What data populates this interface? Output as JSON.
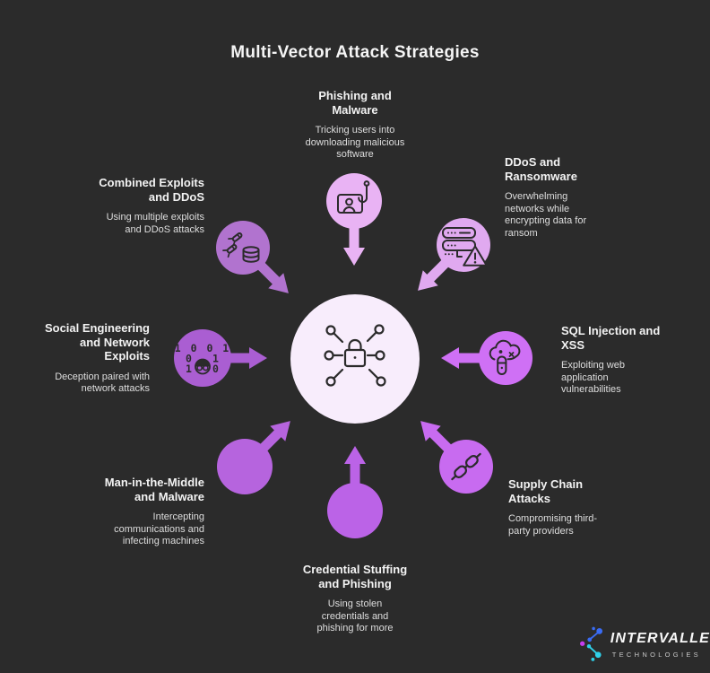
{
  "title": "Multi-Vector Attack Strategies",
  "colors": {
    "background": "#2b2b2b",
    "center_circle": "#f8edfc",
    "icon_stroke": "#2b2b2b",
    "title_text": "#f5f5f5",
    "desc_text": "#dedede"
  },
  "center": {
    "icon": "lock-network-icon"
  },
  "spokes": [
    {
      "id": "phishing",
      "title": "Phishing and\nMalware",
      "description": "Tricking users into\ndownloading malicious\nsoftware",
      "icon": "phishing-hook-screen-icon",
      "color": "#e9b3f4"
    },
    {
      "id": "ddos",
      "title": "DDoS and\nRansomware",
      "description": "Overwhelming\nnetworks while\nencrypting data for\nransom",
      "icon": "server-warning-icon",
      "color": "#e0a9f0"
    },
    {
      "id": "sql",
      "title": "SQL Injection and\nXSS",
      "description": "Exploiting web\napplication\nvulnerabilities",
      "icon": "cloud-injection-icon",
      "color": "#cf70f5"
    },
    {
      "id": "supply",
      "title": "Supply Chain\nAttacks",
      "description": "Compromising third-\nparty providers",
      "icon": "chain-links-icon",
      "color": "#c86bf0"
    },
    {
      "id": "credential",
      "title": "Credential Stuffing\nand Phishing",
      "description": "Using stolen\ncredentials and\nphishing for more",
      "icon": "none",
      "color": "#bb63e7"
    },
    {
      "id": "mitm",
      "title": "Man-in-the-Middle\nand Malware",
      "description": "Intercepting\ncommunications and\ninfecting machines",
      "icon": "none",
      "color": "#b664de"
    },
    {
      "id": "social",
      "title": "Social Engineering\nand Network\nExploits",
      "description": "Deception paired with\nnetwork attacks",
      "icon": "binary-spy-icon",
      "color": "#aa5ed2"
    },
    {
      "id": "combined",
      "title": "Combined Exploits\nand DDoS",
      "description": "Using multiple exploits\nand DDoS attacks",
      "icon": "bombs-database-icon",
      "color": "#b173cf"
    }
  ],
  "social_icon_digits": {
    "row1": "1 0 0 1",
    "row2_left": "0",
    "row2_right": "1",
    "row3_left": "1",
    "row3_right": "0"
  },
  "logo": {
    "name": "INTERVALLE",
    "tagline": "TECHNOLOGIES",
    "colors": {
      "blue": "#3a6cf4",
      "cyan": "#2fd0e8",
      "magenta": "#c63df0"
    }
  }
}
